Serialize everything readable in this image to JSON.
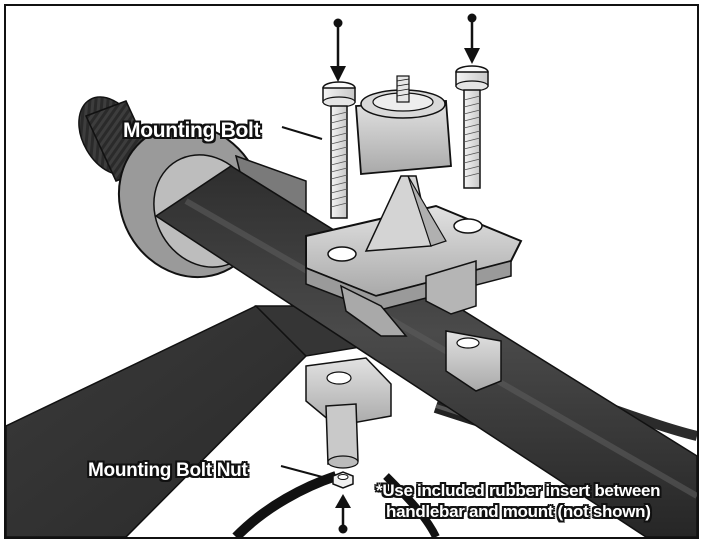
{
  "labels": {
    "mounting_bolt": "Mounting Bolt",
    "mounting_bolt_nut": "Mounting Bolt Nut",
    "note_line_1": "*Use included rubber insert between",
    "note_line_2": "handlebar and mount (not shown)"
  },
  "colors": {
    "handlebar": "#3c3c3c",
    "mount": "#c9c9c9",
    "grip": "#2a2a2a",
    "outline": "#111111",
    "background": "#ffffff"
  }
}
